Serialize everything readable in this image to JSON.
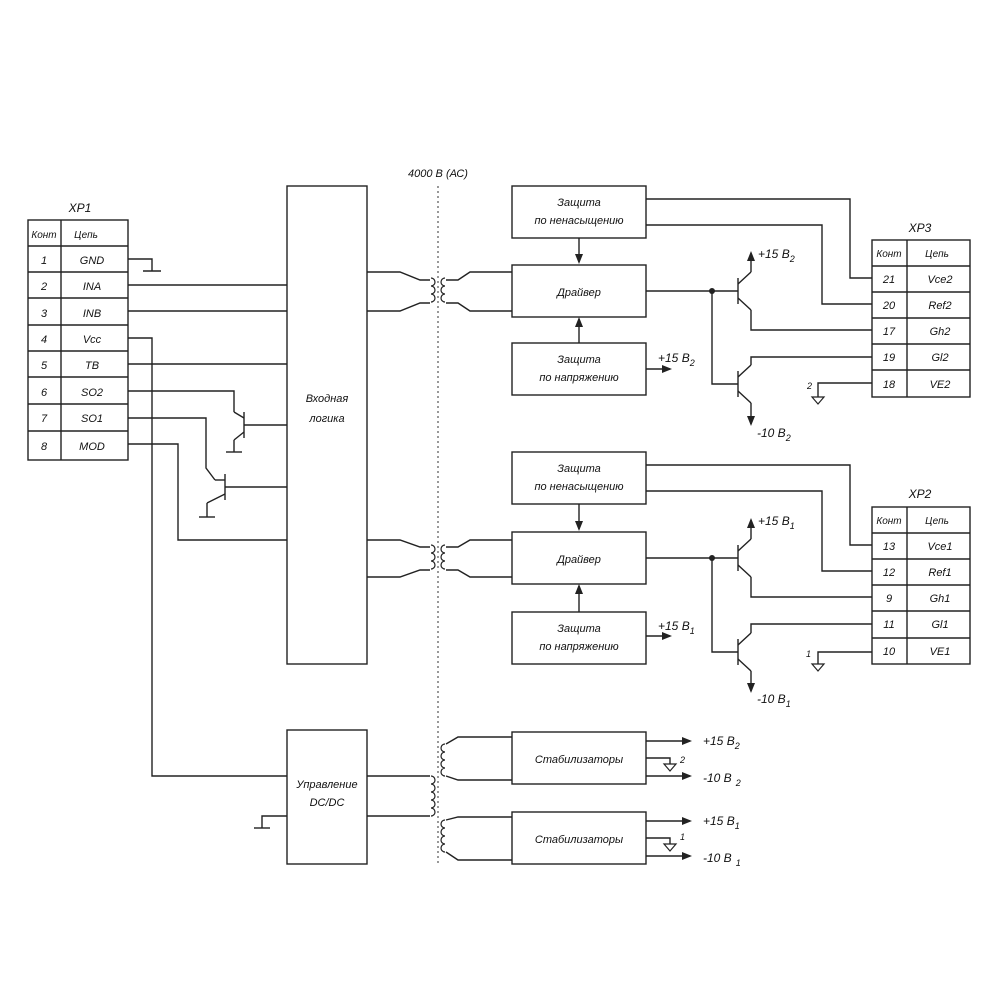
{
  "isolation_label": "4000 В (АС)",
  "xp1": {
    "title": "XP1",
    "head_pin": "Конт",
    "head_net": "Цепь",
    "rows": [
      {
        "pin": "1",
        "net": "GND"
      },
      {
        "pin": "2",
        "net": "INA"
      },
      {
        "pin": "3",
        "net": "INB"
      },
      {
        "pin": "4",
        "net": "Vcc"
      },
      {
        "pin": "5",
        "net": "TB"
      },
      {
        "pin": "6",
        "net": "SO2"
      },
      {
        "pin": "7",
        "net": "SO1"
      },
      {
        "pin": "8",
        "net": "MOD"
      }
    ]
  },
  "xp3": {
    "title": "XP3",
    "head_pin": "Конт",
    "head_net": "Цепь",
    "rows": [
      {
        "pin": "21",
        "net": "Vce2"
      },
      {
        "pin": "20",
        "net": "Ref2"
      },
      {
        "pin": "17",
        "net": "Gh2"
      },
      {
        "pin": "19",
        "net": "Gl2"
      },
      {
        "pin": "18",
        "net": "VE2"
      }
    ]
  },
  "xp2": {
    "title": "XP2",
    "head_pin": "Конт",
    "head_net": "Цепь",
    "rows": [
      {
        "pin": "13",
        "net": "Vce1"
      },
      {
        "pin": "12",
        "net": "Ref1"
      },
      {
        "pin": "9",
        "net": "Gh1"
      },
      {
        "pin": "11",
        "net": "Gl1"
      },
      {
        "pin": "10",
        "net": "VE1"
      }
    ]
  },
  "blocks": {
    "input_logic": [
      "Входная",
      "логика"
    ],
    "dcdc_control": [
      "Управление",
      "DC/DC"
    ],
    "desat2": [
      "Защита",
      "по ненасыщению"
    ],
    "driver2": "Драйвер",
    "uvp2": [
      "Защита",
      "по напряжению"
    ],
    "desat1": [
      "Защита",
      "по ненасыщению"
    ],
    "driver1": "Драйвер",
    "uvp1": [
      "Защита",
      "по напряжению"
    ],
    "stab2": "Стабилизаторы",
    "stab1": "Стабилизаторы"
  },
  "rails": {
    "ch2": {
      "p15": "+15 В",
      "m10": "-10 В",
      "sub": "2",
      "uvp": "+15 В"
    },
    "ch1": {
      "p15": "+15 В",
      "m10": "-10 В",
      "sub": "1",
      "uvp": "+15 В"
    },
    "stab2": {
      "p15": "+15 В",
      "m10": "-10 В",
      "sub": "2",
      "gnd": "2"
    },
    "stab1": {
      "p15": "+15 В",
      "m10": "-10 В",
      "sub": "1",
      "gnd": "1"
    },
    "gnd_ch2": "2",
    "gnd_ch1": "1"
  }
}
